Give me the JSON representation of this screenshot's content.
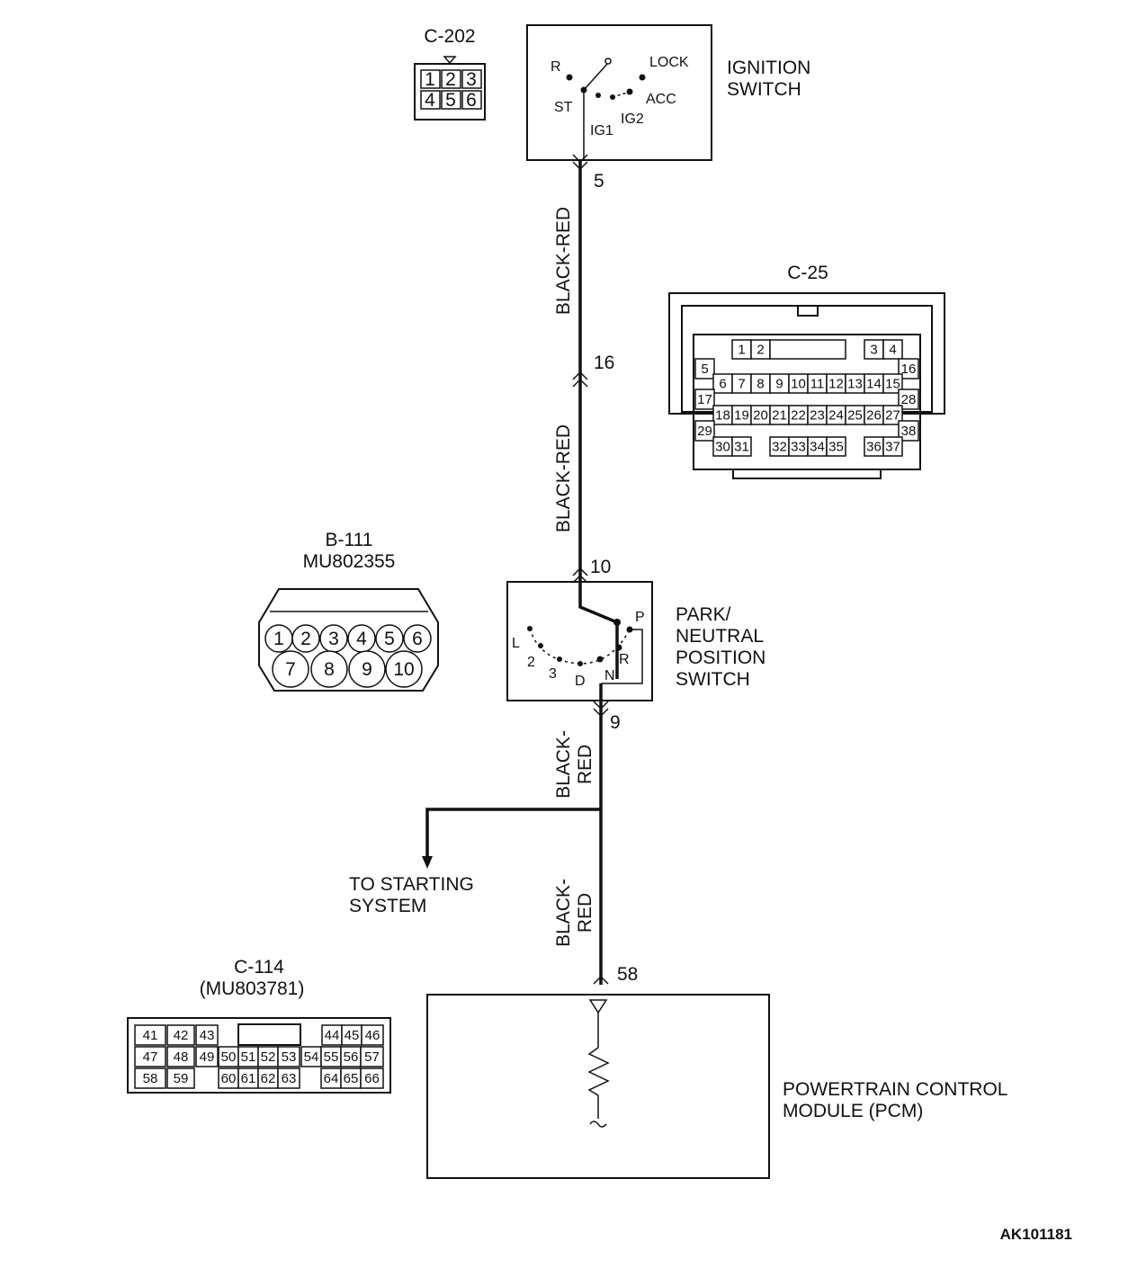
{
  "ignition_switch": {
    "name": "IGNITION\nSWITCH",
    "positions": [
      "R",
      "ST",
      "IG1",
      "IG2",
      "ACC",
      "LOCK"
    ]
  },
  "park_neutral_switch": {
    "name": "PARK/\nNEUTRAL\nPOSITION\nSWITCH",
    "positions": [
      "P",
      "R",
      "N",
      "D",
      "3",
      "2",
      "L"
    ]
  },
  "pcm": {
    "name": "POWERTRAIN CONTROL\nMODULE (PCM)"
  },
  "branch": {
    "label": "TO STARTING\nSYSTEM"
  },
  "wires": {
    "w1": "BLACK-RED",
    "w2": "BLACK-RED",
    "w3": "BLACK-\nRED",
    "w4": "BLACK-\nRED"
  },
  "terminals": {
    "t5": "5",
    "t16": "16",
    "t10": "10",
    "t9": "9",
    "t58": "58"
  },
  "connectors": {
    "c202": {
      "id": "C-202",
      "pins": [
        "1",
        "2",
        "3",
        "4",
        "5",
        "6"
      ]
    },
    "c25": {
      "id": "C-25"
    },
    "b111": {
      "id": "B-111",
      "part": "MU802355",
      "pins": [
        "1",
        "2",
        "3",
        "4",
        "5",
        "6",
        "7",
        "8",
        "9",
        "10"
      ]
    },
    "c114": {
      "id": "C-114",
      "part": "(MU803781)"
    }
  },
  "c25_pins": {
    "row1": [
      "1",
      "2",
      "3",
      "4"
    ],
    "row2": [
      "5",
      "16"
    ],
    "row3": [
      "6",
      "7",
      "8",
      "9",
      "10",
      "11",
      "12",
      "13",
      "14",
      "15"
    ],
    "row4": [
      "17",
      "28"
    ],
    "row5": [
      "18",
      "19",
      "20",
      "21",
      "22",
      "23",
      "24",
      "25",
      "26",
      "27"
    ],
    "row6": [
      "29",
      "38"
    ],
    "row7": [
      "30",
      "31",
      "32",
      "33",
      "34",
      "35",
      "36",
      "37"
    ]
  },
  "c114_pins": {
    "row1": [
      "41",
      "42",
      "43",
      "44",
      "45",
      "46"
    ],
    "row2": [
      "47",
      "48",
      "49",
      "50",
      "51",
      "52",
      "53",
      "54",
      "55",
      "56",
      "57"
    ],
    "row3": [
      "58",
      "59",
      "60",
      "61",
      "62",
      "63",
      "64",
      "65",
      "66"
    ]
  },
  "diagram_code": "AK101181"
}
